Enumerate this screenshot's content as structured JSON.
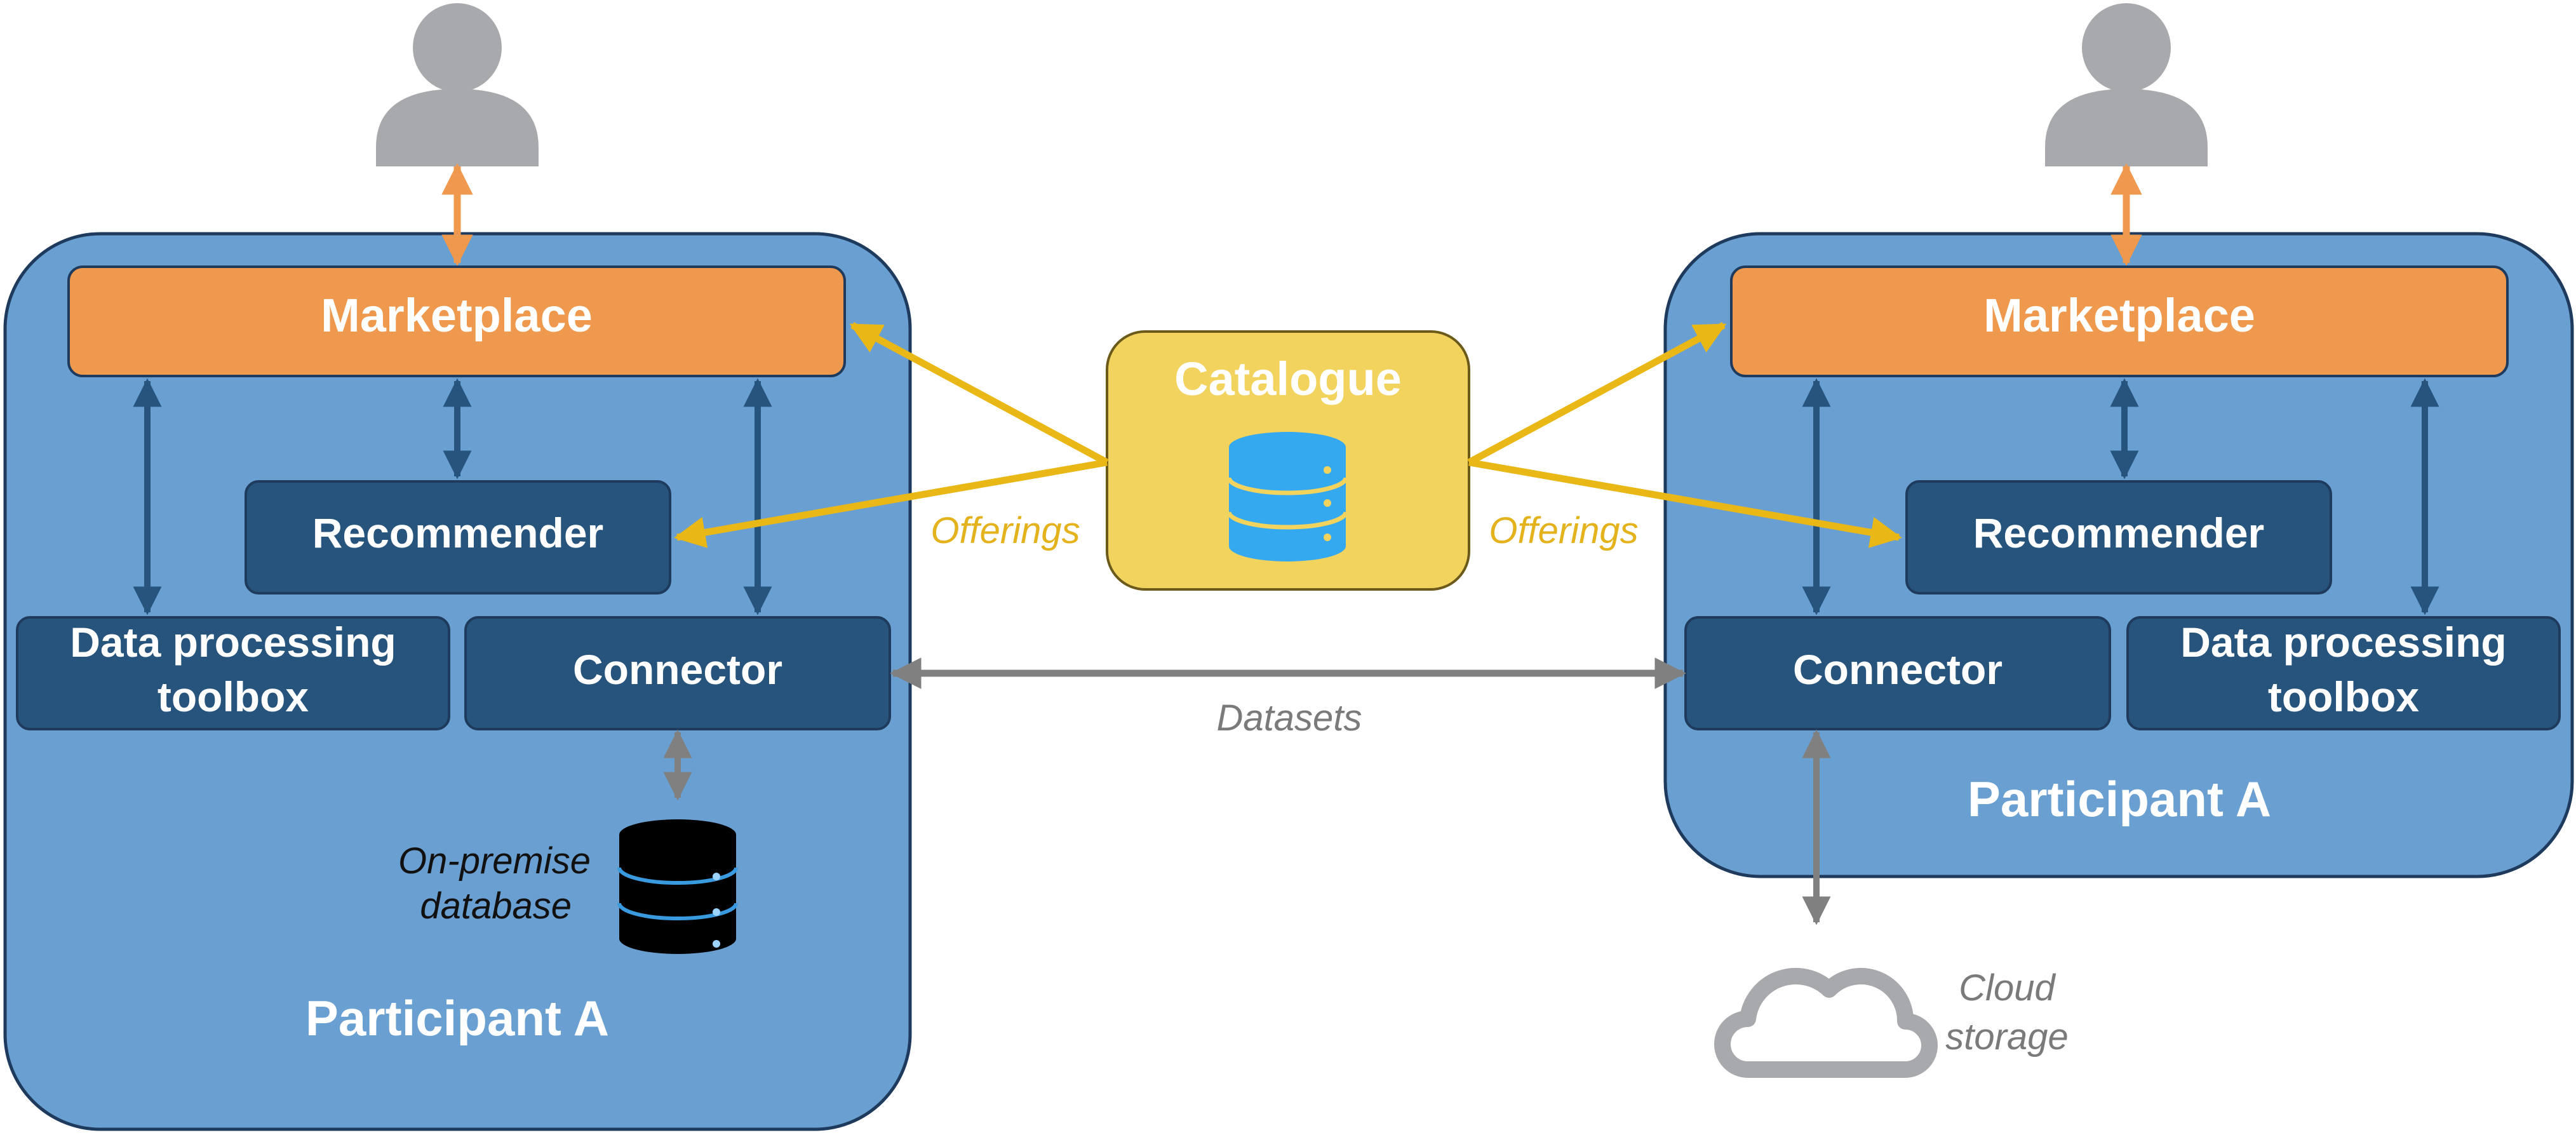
{
  "colors": {
    "participant_fill": "#6a9fd1",
    "participant_stroke": "#1e3a5c",
    "component_fill": "#27547d",
    "marketplace_fill": "#ee994d",
    "catalogue_fill": "#f2d35e",
    "offerings_arrow": "#e9b816",
    "internal_arrow": "#27547d",
    "user_arrow": "#ee994d",
    "datasets_arrow": "#808080",
    "user_icon": "#a7a9ac"
  },
  "icons": [
    "user-icon",
    "database-icon",
    "cloud-icon"
  ],
  "left_participant": {
    "marketplace": "Marketplace",
    "recommender": "Recommender",
    "toolbox_line1": "Data processing",
    "toolbox_line2": "toolbox",
    "connector": "Connector",
    "storage_line1": "On-premise",
    "storage_line2": "database",
    "name": "Participant A"
  },
  "right_participant": {
    "marketplace": "Marketplace",
    "recommender": "Recommender",
    "toolbox_line1": "Data processing",
    "toolbox_line2": "toolbox",
    "connector": "Connector",
    "storage_line1": "Cloud",
    "storage_line2": "storage",
    "name": "Participant A"
  },
  "catalogue": {
    "title": "Catalogue"
  },
  "flows": {
    "offerings_left": "Offerings",
    "offerings_right": "Offerings",
    "datasets": "Datasets"
  }
}
